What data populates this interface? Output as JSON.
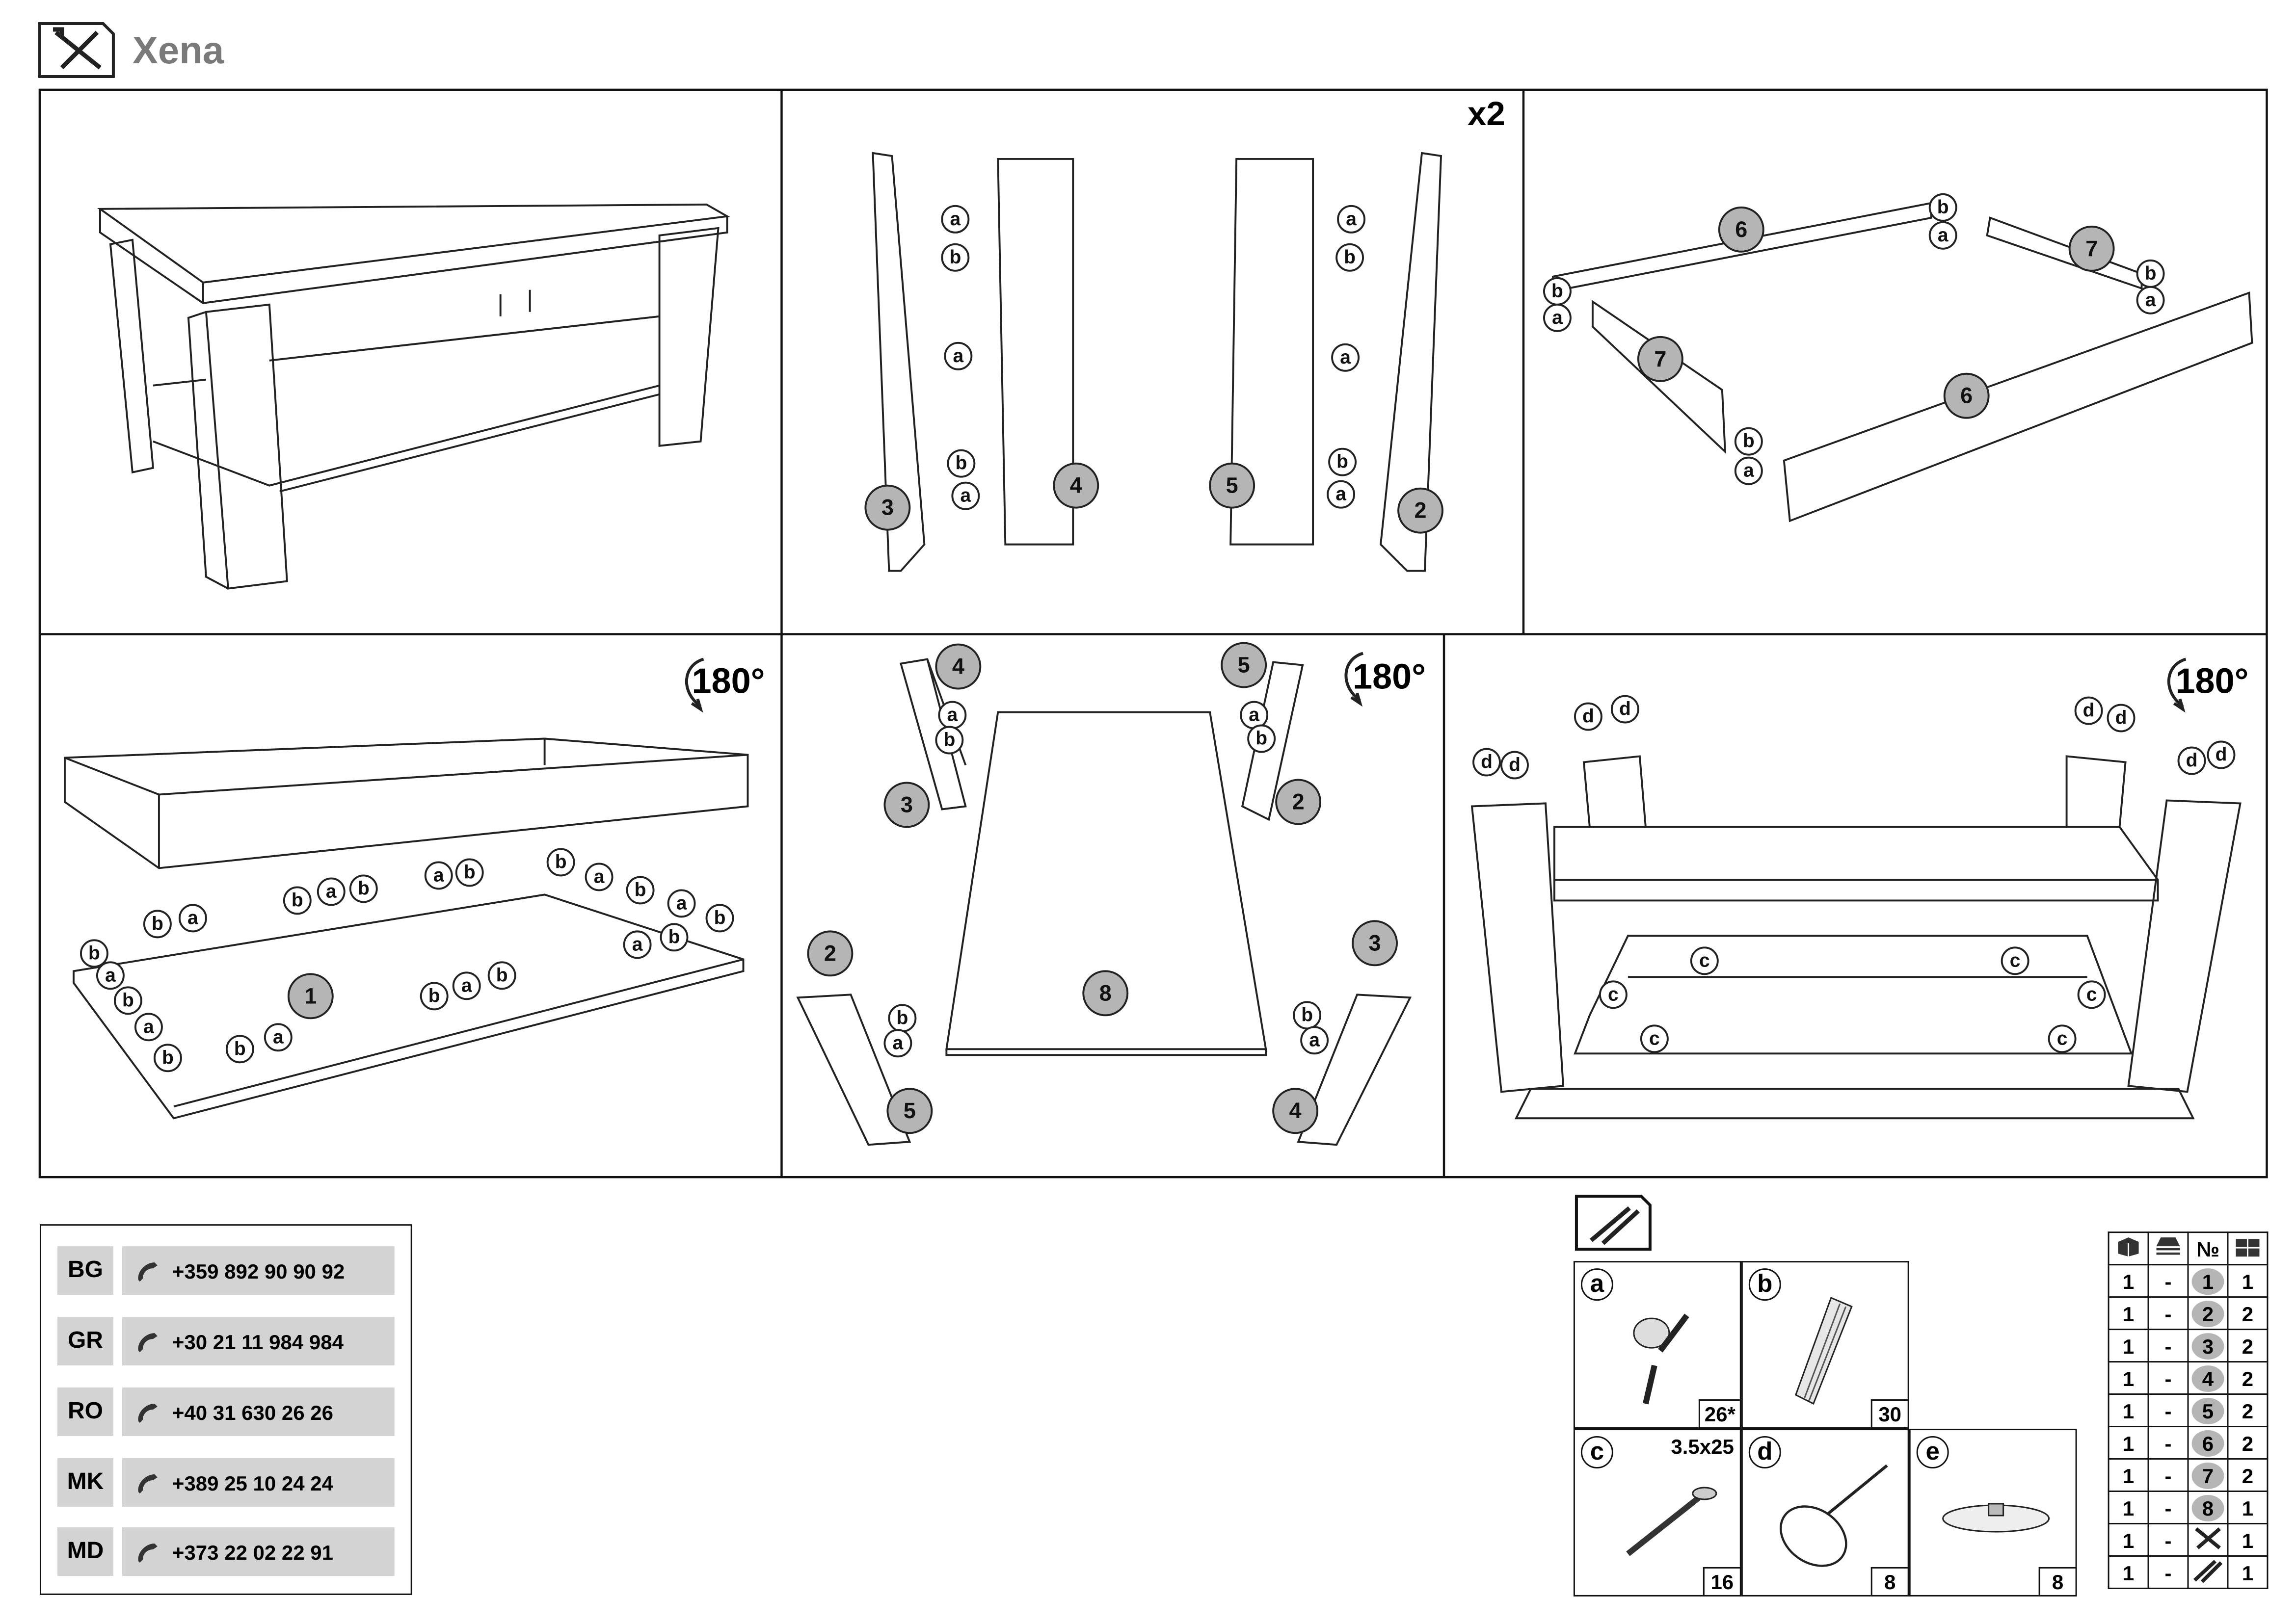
{
  "header": {
    "title": "Xena",
    "icon": "tools-icon"
  },
  "panels": [
    {
      "name": "assembled-table",
      "labels": []
    },
    {
      "name": "side-assembly",
      "multiplier": "x2"
    },
    {
      "name": "frame-assembly"
    },
    {
      "name": "shelf-assembly",
      "rotation": "180°"
    },
    {
      "name": "top-assembly",
      "rotation": "180°"
    },
    {
      "name": "final-assembly",
      "rotation": "180°"
    }
  ],
  "diagram_callouts": {
    "p2": [
      "a",
      "b",
      "a",
      "b",
      "a",
      "a",
      "b",
      "a",
      "b",
      "a",
      "3",
      "4",
      "5",
      "2"
    ],
    "p3": [
      "6",
      "7",
      "7",
      "6",
      "b",
      "a",
      "b",
      "a",
      "b",
      "a",
      "b",
      "a"
    ],
    "p4": [
      "1",
      "b",
      "a",
      "b",
      "a",
      "b",
      "a",
      "b",
      "b",
      "a",
      "b",
      "a",
      "b",
      "a",
      "b",
      "b",
      "a",
      "b",
      "a",
      "b",
      "b",
      "a",
      "b",
      "a",
      "b"
    ],
    "p5": [
      "4",
      "5",
      "a",
      "b",
      "a",
      "b",
      "3",
      "2",
      "2",
      "3",
      "b",
      "a",
      "b",
      "a",
      "8",
      "5",
      "4"
    ],
    "p6": [
      "d",
      "d",
      "d",
      "d",
      "d",
      "d",
      "d",
      "d",
      "c",
      "c",
      "c",
      "c",
      "c",
      "c"
    ]
  },
  "contacts": [
    {
      "code": "BG",
      "phone": "+359 892 90 90 92"
    },
    {
      "code": "GR",
      "phone": "+30 21 11 984 984"
    },
    {
      "code": "RO",
      "phone": "+40 31 630 26 26"
    },
    {
      "code": "MK",
      "phone": "+389 25 10 24 24"
    },
    {
      "code": "MD",
      "phone": "+373 22 02 22 91"
    }
  ],
  "hardware": {
    "icon": "screws-icon",
    "items": [
      {
        "letter": "a",
        "count": "26*",
        "name": "cam-lock-connector"
      },
      {
        "letter": "b",
        "count": "30",
        "name": "wooden-dowel"
      },
      {
        "letter": "c",
        "count": "16",
        "size": "3.5x25",
        "name": "screw"
      },
      {
        "letter": "d",
        "count": "8",
        "name": "glide-nail"
      },
      {
        "letter": "e",
        "count": "8",
        "name": "felt-pad"
      }
    ]
  },
  "parts_table": {
    "header_icons": [
      "package-icon",
      "panel-stack-icon",
      "number-sign",
      "quantity-boxes-icon"
    ],
    "number_header": "№",
    "rows": [
      {
        "pkg": "1",
        "stack": "-",
        "part": "1",
        "qty": "1"
      },
      {
        "pkg": "1",
        "stack": "-",
        "part": "2",
        "qty": "2"
      },
      {
        "pkg": "1",
        "stack": "-",
        "part": "3",
        "qty": "2"
      },
      {
        "pkg": "1",
        "stack": "-",
        "part": "4",
        "qty": "2"
      },
      {
        "pkg": "1",
        "stack": "-",
        "part": "5",
        "qty": "2"
      },
      {
        "pkg": "1",
        "stack": "-",
        "part": "6",
        "qty": "2"
      },
      {
        "pkg": "1",
        "stack": "-",
        "part": "7",
        "qty": "2"
      },
      {
        "pkg": "1",
        "stack": "-",
        "part": "8",
        "qty": "1"
      },
      {
        "pkg": "1",
        "stack": "-",
        "part": "tools",
        "qty": "1"
      },
      {
        "pkg": "1",
        "stack": "-",
        "part": "screws",
        "qty": "1"
      }
    ]
  }
}
